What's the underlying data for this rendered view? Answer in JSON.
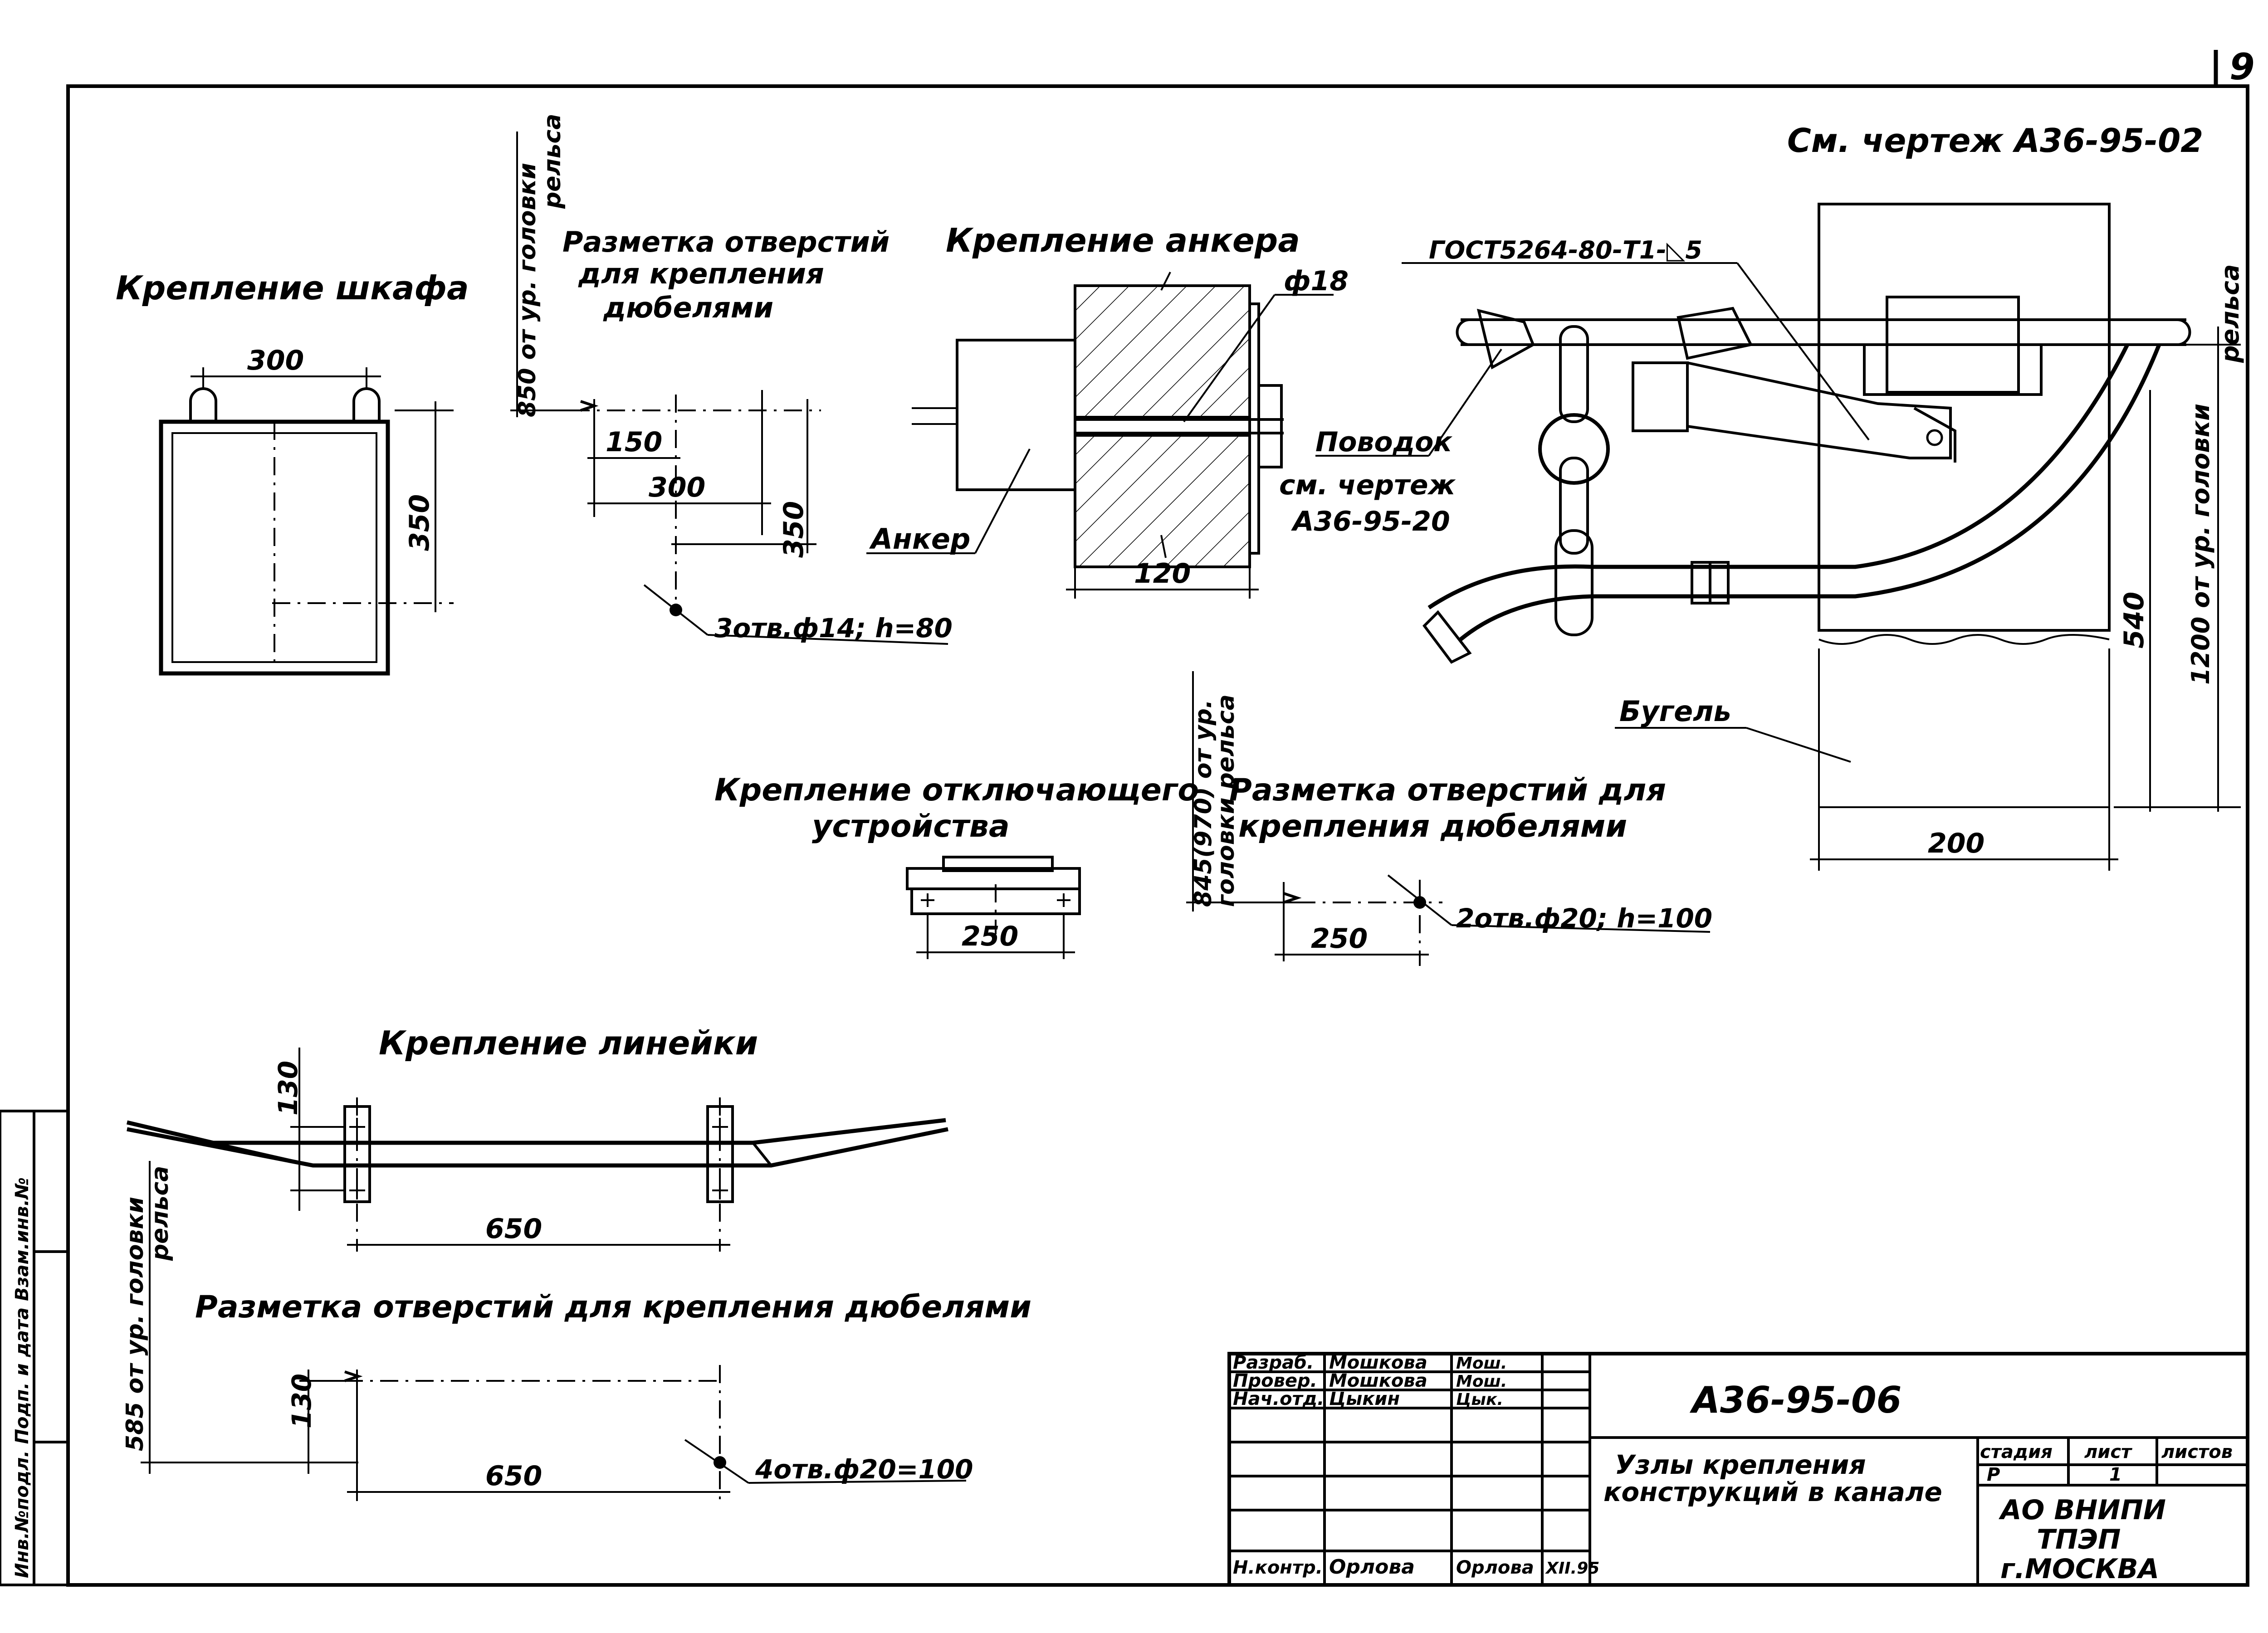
{
  "sheet_number": "9",
  "views": {
    "cabinet": {
      "title": "Крепление шкафа",
      "width": "300",
      "height": "350"
    },
    "cabinet_holes": {
      "title_line1": "Разметка отверстий",
      "title_line2": "для крепления",
      "title_line3": "дюбелями",
      "level_line1": "850 от ур. головки",
      "level_line2": "рельса",
      "dim_a": "150",
      "dim_b": "300",
      "dim_c": "350",
      "holes": "3отв.ф14; h=80"
    },
    "anchor": {
      "title": "Крепление анкера",
      "diameter": "ф18",
      "depth": "120",
      "anchor_label": "Анкер"
    },
    "rail_detail": {
      "reference": "См. чертеж А36-95-02",
      "weld": "ГОСТ5264-80-Т1-◺5",
      "leash_line1": "Поводок",
      "leash_line2": "см. чертеж",
      "leash_line3": "А36-95-20",
      "bracket": "Бугель",
      "dim_540": "540",
      "dim_200": "200",
      "level_line1": "1200 от ур. головки",
      "level_line2": "рельса"
    },
    "switch_device": {
      "title_line1": "Крепление отключающего",
      "title_line2": "устройства",
      "dim": "250"
    },
    "switch_holes": {
      "title_line1": "Разметка отверстий для",
      "title_line2": "крепления дюбелями",
      "level_line1": "845(970) от ур.",
      "level_line2": "головки рельса",
      "dim": "250",
      "holes": "2отв.ф20; h=100"
    },
    "ruler": {
      "title": "Крепление линейки",
      "dim_130": "130",
      "dim_650": "650"
    },
    "ruler_holes": {
      "title": "Разметка отверстий для крепления дюбелями",
      "level_line1": "585 от ур. головки",
      "level_line2": "рельса",
      "dim_130": "130",
      "dim_650": "650",
      "holes": "4отв.ф20=100"
    }
  },
  "title_block": {
    "drawing_code": "А36-95-06",
    "title_line1": "Узлы крепления",
    "title_line2": "конструкций в канале",
    "rows": [
      {
        "role": "Разраб.",
        "name": "Мошкова",
        "sign": "Мош."
      },
      {
        "role": "Провер.",
        "name": "Мошкова",
        "sign": "Мош."
      },
      {
        "role": "Нач.отд.",
        "name": "Цыкин",
        "sign": "Цык."
      },
      {
        "role": "Н.контр.",
        "name": "Орлова",
        "sign": "Орлова",
        "date": "XII.95"
      }
    ],
    "stage_header": "стадия",
    "sheet_header": "лист",
    "sheets_header": "листов",
    "stage": "Р",
    "sheet": "1",
    "org_line1": "АО ВНИПИ",
    "org_line2": "ТПЭП",
    "org_line3": "г.МОСКВА"
  },
  "side_stamp": "Инв.№подл.  Подп. и дата  Взам.инв.№"
}
